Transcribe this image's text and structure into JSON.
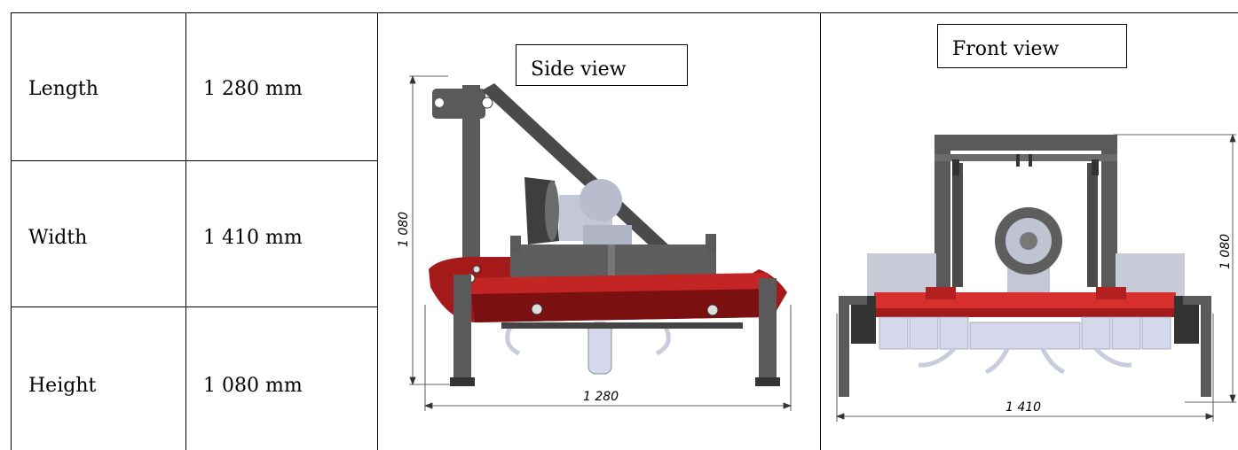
{
  "specs": {
    "rows": [
      {
        "label": "Length",
        "value": "1 280 mm"
      },
      {
        "label": "Width",
        "value": "1 410 mm"
      },
      {
        "label": "Height",
        "value": "1 080 mm"
      }
    ]
  },
  "side_view": {
    "title": "Side view",
    "dim_height": "1 080",
    "dim_length": "1 280"
  },
  "front_view": {
    "title": "Front view",
    "dim_height": "1 080",
    "dim_width": "1 410"
  },
  "colors": {
    "frame": "#5a5a5a",
    "frame_dark": "#3e3e3e",
    "deck_red": "#a41a1a",
    "deck_red_light": "#d8302f",
    "blade": "#d4d8ea",
    "gear": "#c4c8d6"
  }
}
